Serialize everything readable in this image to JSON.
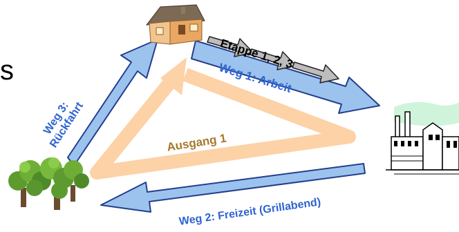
{
  "fragment_left": "s",
  "labels": {
    "stages": "Etappe 1, 2, 3",
    "way1": "Weg 1: Arbeit",
    "way2": "Weg 2: Freizeit (Grillabend)",
    "way3_line1": "Weg 3:",
    "way3_line2": "Rückfahrt",
    "exit": "Ausgang 1"
  },
  "colors": {
    "blue_arrow_fill": "#9cc3ee",
    "blue_arrow_stroke": "#233e8c",
    "blue_text": "#2e63d1",
    "orange_arrow": "#fcd2a6",
    "orange_text": "#a8782a",
    "gray_arrow": "#bdbdbd"
  },
  "icons": [
    "house-icon",
    "factory-icon",
    "trees-icon"
  ]
}
